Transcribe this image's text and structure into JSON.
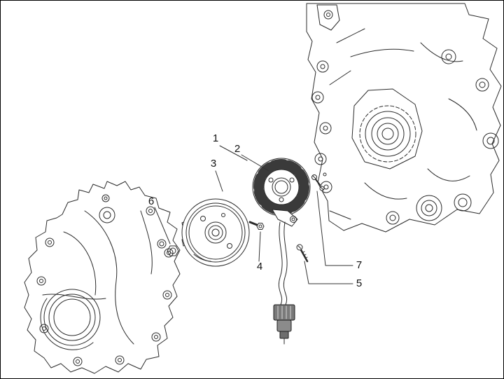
{
  "colors": {
    "background": "#ffffff",
    "line": "#2b2b2b",
    "label": "#111111"
  },
  "diagram": {
    "callouts": [
      {
        "label": "1"
      },
      {
        "label": "2"
      },
      {
        "label": "3"
      },
      {
        "label": "4"
      },
      {
        "label": "5"
      },
      {
        "label": "6"
      },
      {
        "label": "7"
      }
    ]
  }
}
